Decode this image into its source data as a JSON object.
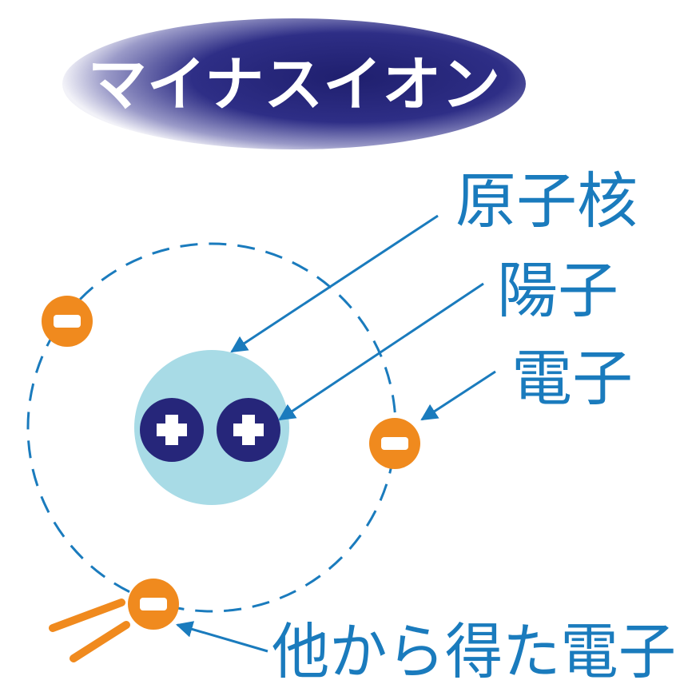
{
  "title": "マイナスイオン",
  "labels": {
    "nucleus": "原子核",
    "proton": "陽子",
    "electron": "電子",
    "gained_electron": "他から得た電子"
  },
  "colors": {
    "title_dark": "#1f1f6e",
    "title_light": "#e8e8f2",
    "label_blue": "#1a7bbd",
    "nucleus_fill": "#a8dbe6",
    "proton_fill": "#26267a",
    "electron_fill": "#f08a1e",
    "line_blue": "#1a7bbd",
    "motion_lines": "#f08a1e"
  }
}
